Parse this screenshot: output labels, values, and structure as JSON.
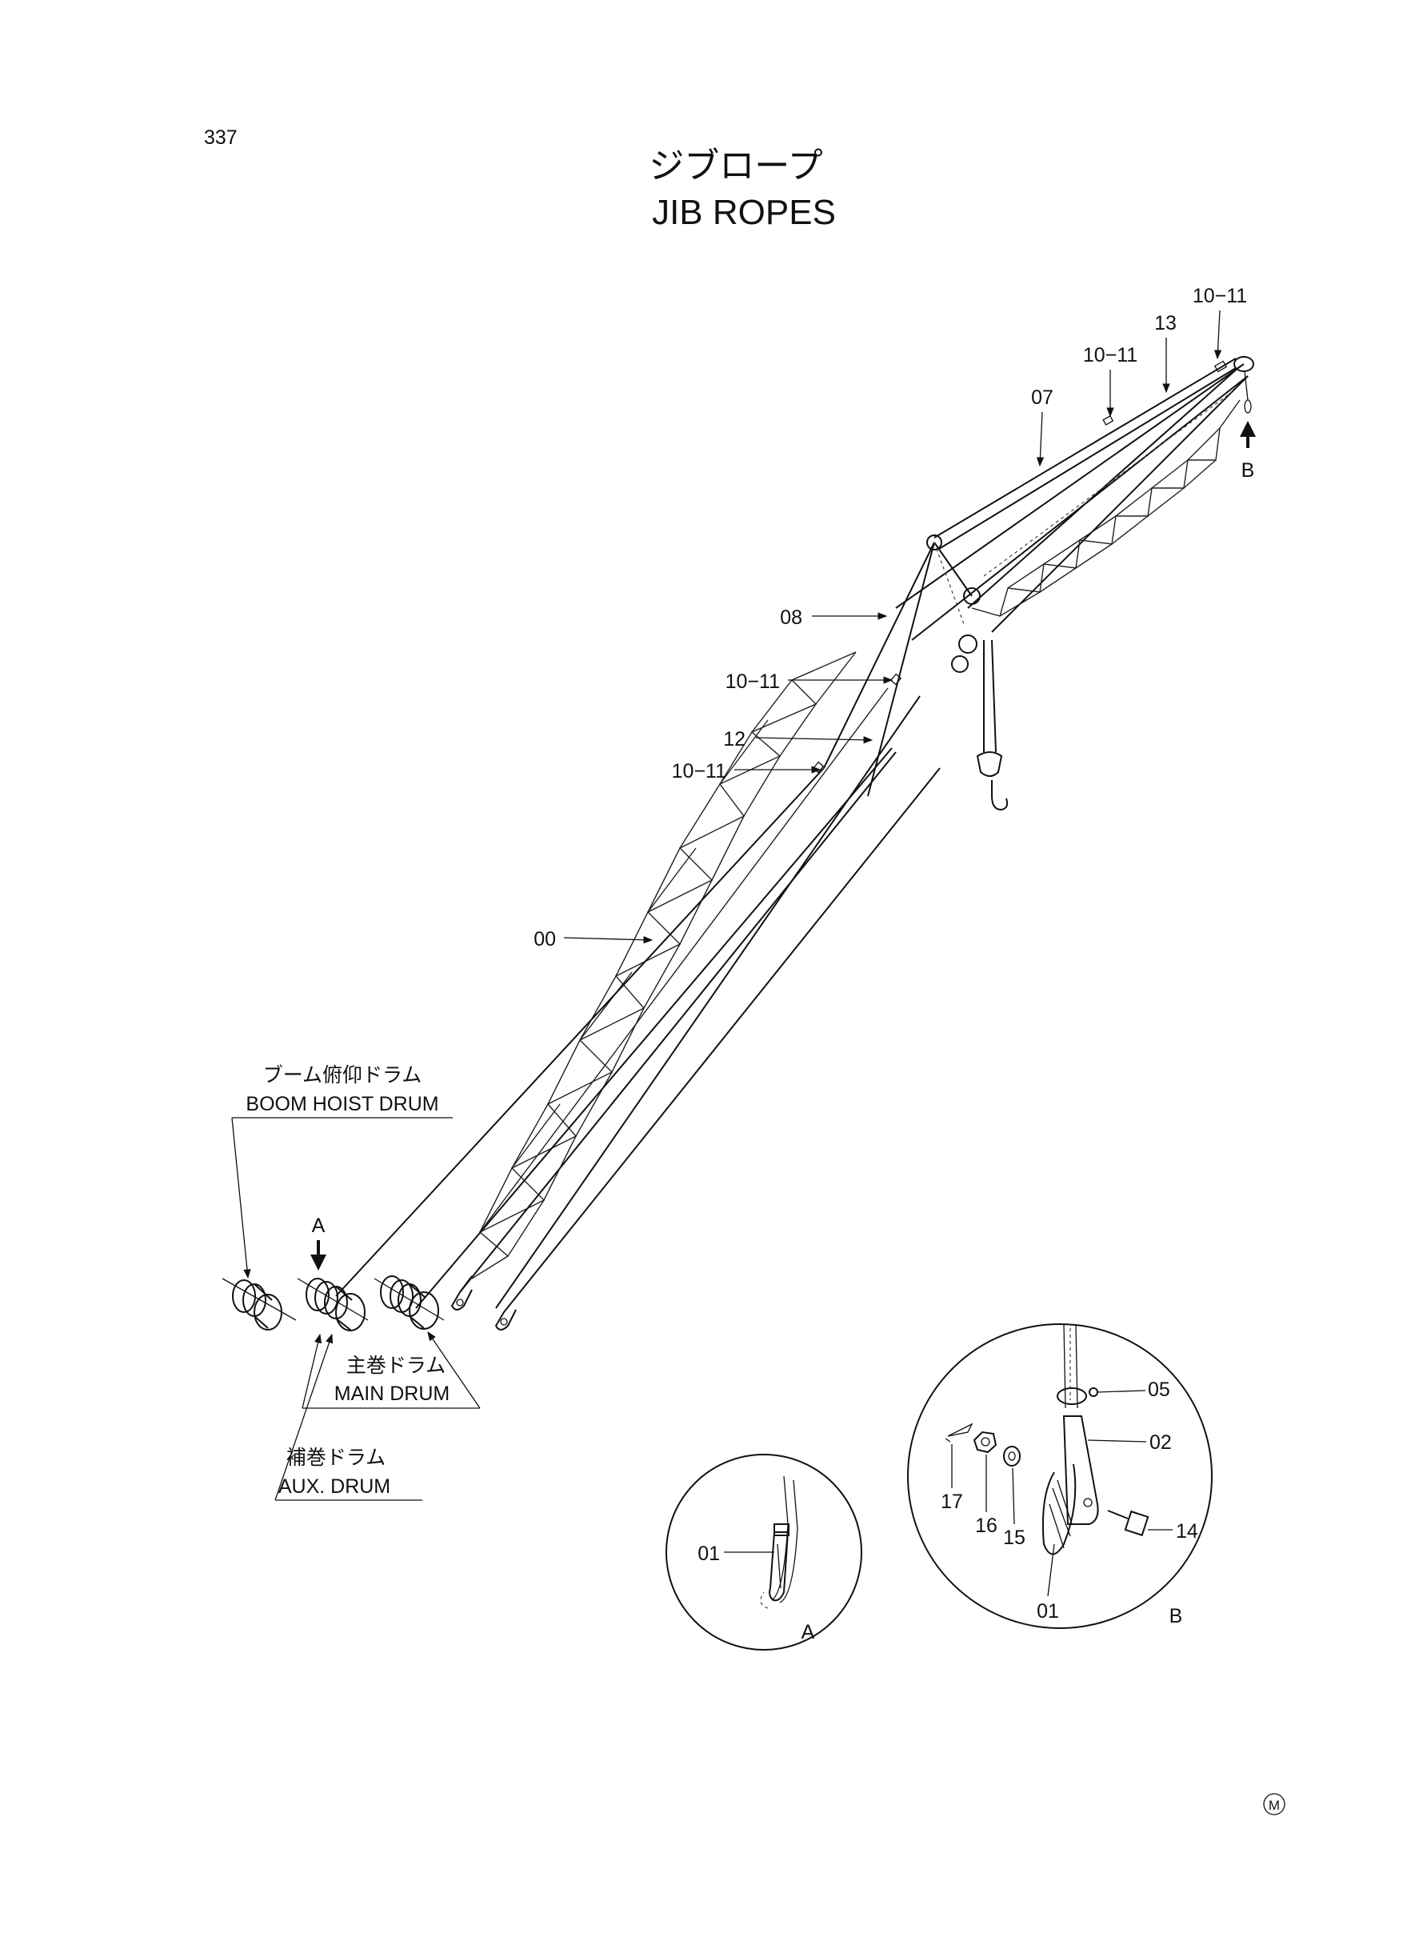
{
  "page_number": "337",
  "title_ja": "ジブロープ",
  "title_en": "JIB ROPES",
  "logo_mark": "M",
  "labels": {
    "top_10_11": "10−11",
    "l13": "13",
    "upper_10_11": "10−11",
    "l07": "07",
    "view_b_arrow": "B",
    "l08": "08",
    "mid_10_11": "10−11",
    "l12": "12",
    "low_10_11": "10−11",
    "l00": "00",
    "view_a_arrow": "A"
  },
  "drums": {
    "boom_hoist_ja": "ブーム俯仰ドラム",
    "boom_hoist_en": "BOOM HOIST DRUM",
    "main_ja": "主巻ドラム",
    "main_en": "MAIN DRUM",
    "aux_ja": "補巻ドラム",
    "aux_en": "AUX. DRUM"
  },
  "detail_a": {
    "name": "A",
    "l01": "01"
  },
  "detail_b": {
    "name": "B",
    "l05": "05",
    "l02": "02",
    "l17": "17",
    "l16": "16",
    "l15": "15",
    "l14": "14",
    "l01": "01"
  }
}
